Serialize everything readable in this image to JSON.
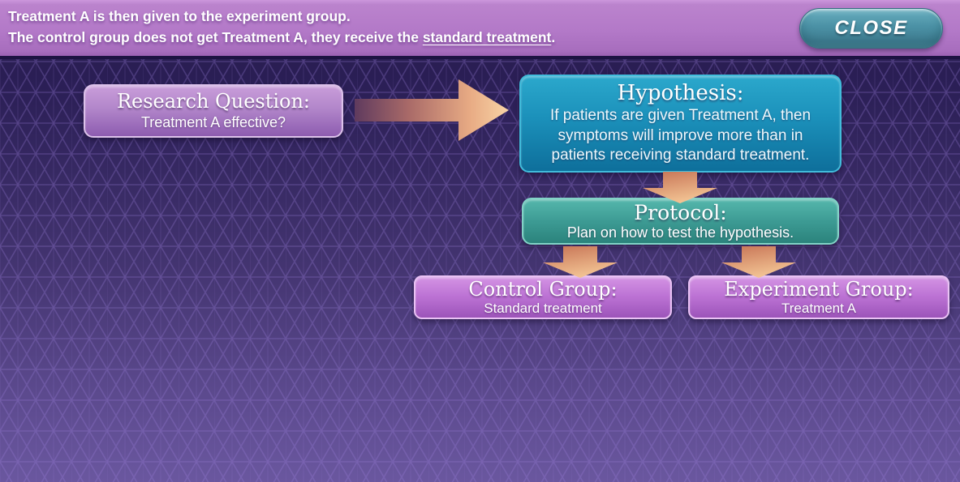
{
  "header": {
    "line1": "Treatment A is then given to the experiment group.",
    "line2_prefix": "The control group does not get Treatment A, they receive the ",
    "line2_underlined": "standard treatment",
    "line2_suffix": ".",
    "close_label": "CLOSE"
  },
  "flowchart": {
    "research_question": {
      "title": "Research Question:",
      "body": "Treatment A effective?"
    },
    "hypothesis": {
      "title": "Hypothesis:",
      "body": "If patients are given Treatment A, then symptoms will improve more than in patients receiving standard treatment."
    },
    "protocol": {
      "title": "Protocol:",
      "body": "Plan on how to test the hypothesis."
    },
    "control_group": {
      "title": "Control Group:",
      "body": "Standard treatment"
    },
    "experiment_group": {
      "title": "Experiment Group:",
      "body": "Treatment A"
    }
  },
  "colors": {
    "banner_background": "#b379c8",
    "banner_text": "#ffffff",
    "close_button": "#4b91a5",
    "background_top": "#251a4b",
    "background_bottom": "#6a579f",
    "lattice_line": "#9b7ddc",
    "research_box": "#b286ca",
    "hypothesis_box": "#1b90ba",
    "protocol_box": "#3d9b94",
    "group_box": "#bc72d4",
    "arrow_dark": "#6e4058",
    "arrow_light": "#f8d4a6"
  }
}
